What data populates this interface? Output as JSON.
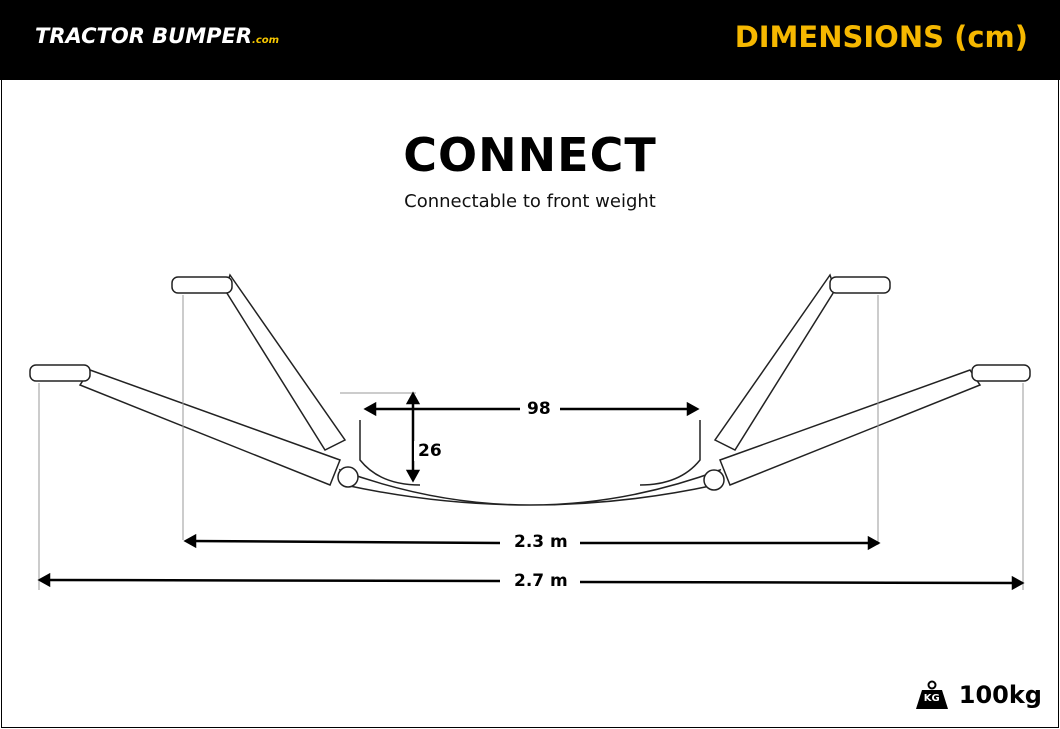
{
  "header": {
    "brand": "TRACTOR BUMPER",
    "brand_suffix": ".com",
    "section_title": "DIMENSIONS (cm)"
  },
  "product": {
    "name": "CONNECT",
    "subtitle": "Connectable to front weight"
  },
  "dimensions": {
    "inner_width": "98",
    "height": "26",
    "width_mid": "2.3 m",
    "width_total": "2.7 m"
  },
  "weight": {
    "icon": "kg-weight-icon",
    "icon_label": "KG",
    "value": "100kg"
  },
  "colors": {
    "accent": "#f6b800",
    "header_bg": "#000000"
  }
}
